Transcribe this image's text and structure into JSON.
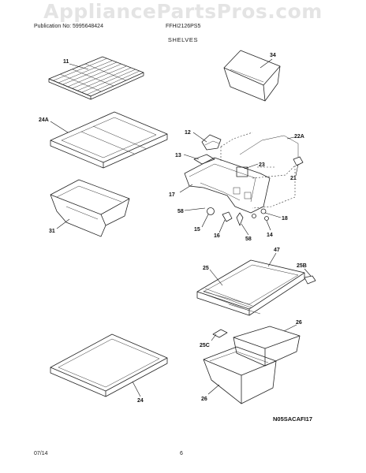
{
  "watermark": "AppliancePartsPros.com",
  "header": {
    "publication": "Publication No: 5995648424",
    "model": "FFHI2126PS5",
    "section_title": "SHELVES"
  },
  "callouts": {
    "p11": "11",
    "p34": "34",
    "p24a": "24A",
    "p12": "12",
    "p22a": "22A",
    "p13": "13",
    "p23": "23",
    "p21": "21",
    "p17": "17",
    "p58a": "58",
    "p15": "15",
    "p16": "16",
    "p58b": "58",
    "p14": "14",
    "p18": "18",
    "p31": "31",
    "p47": "47",
    "p25": "25",
    "p25b": "25B",
    "p26a": "26",
    "p25c": "25C",
    "p26b": "26",
    "p24": "24"
  },
  "diagram_code": "N05SACAFI17",
  "footer": {
    "date": "07/14",
    "page": "6"
  }
}
